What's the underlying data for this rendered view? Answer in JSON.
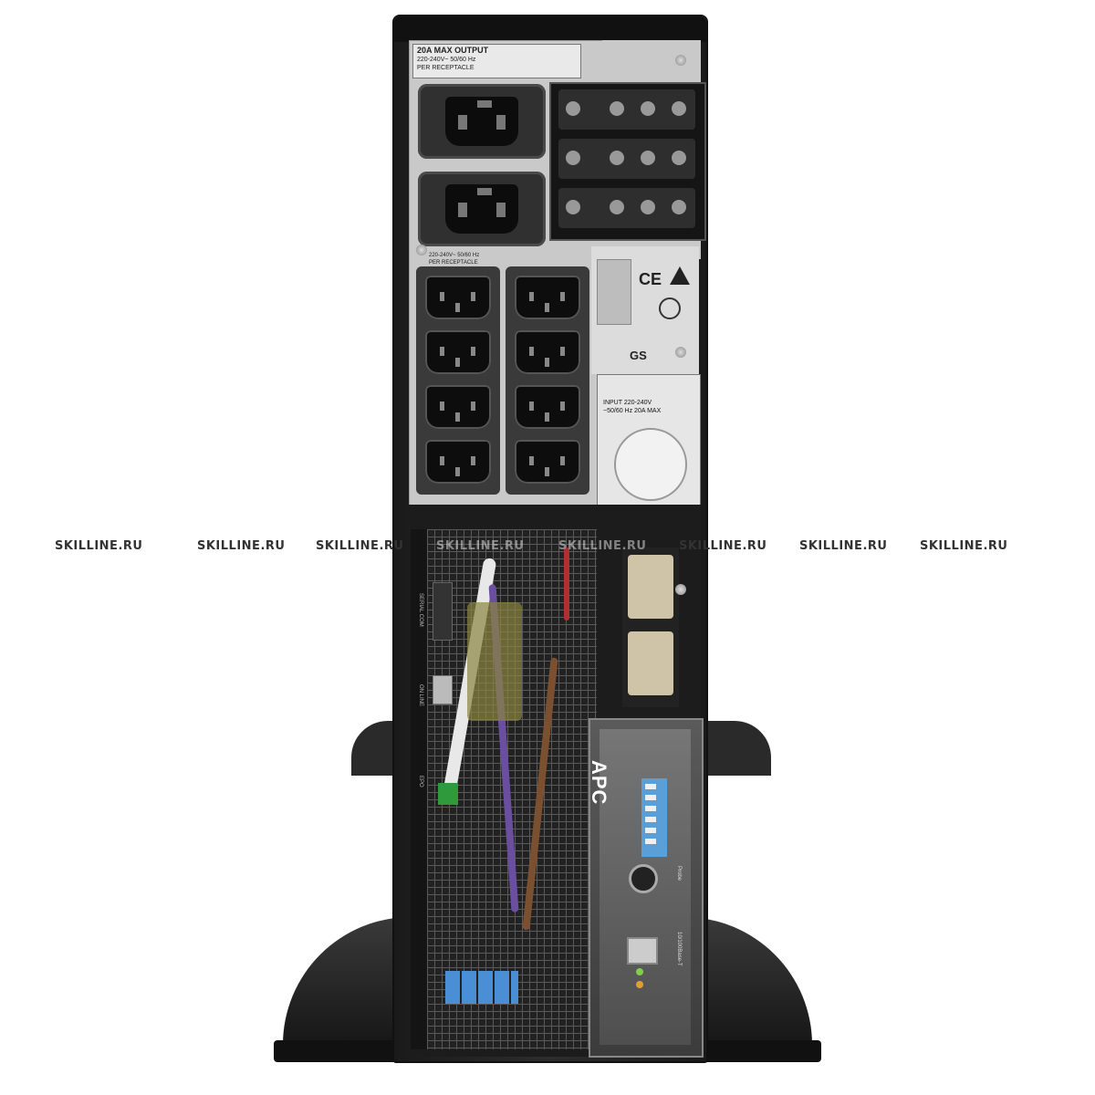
{
  "product": {
    "output_label_title": "20A MAX OUTPUT",
    "output_label_lines": [
      "220-240V~ 50/60 Hz",
      "PER RECEPTACLE"
    ],
    "group_label_lines": [
      "220-240V~ 50/60 Hz",
      "PER RECEPTACLE"
    ],
    "input_label_lines": [
      "INPUT 220-240V",
      "~50/60 Hz 20A MAX"
    ],
    "cert_marks": [
      "CE",
      "GS"
    ],
    "card_brand": "APC",
    "card_side_labels": [
      "Probe",
      "10/100Base-T"
    ],
    "side_port_labels": [
      "SERIAL COM",
      "ON LINE",
      "EPO"
    ]
  },
  "watermark": {
    "text_items": [
      "SKILLINE.RU",
      "SKILLINE.RU",
      "SKILLINE.RU",
      "SKILLINE.RU",
      "SKILLINE.RU",
      "SKILLINE.RU",
      "SKILLINE.RU",
      "SKILLINE.RU"
    ]
  },
  "colors": {
    "chassis": "#1c1c1c",
    "panel": "#c9c9c9",
    "dip_switch": "#5b9fd8",
    "terminal": "#2e9a3b",
    "battery_plug": "#cfc3a8"
  }
}
